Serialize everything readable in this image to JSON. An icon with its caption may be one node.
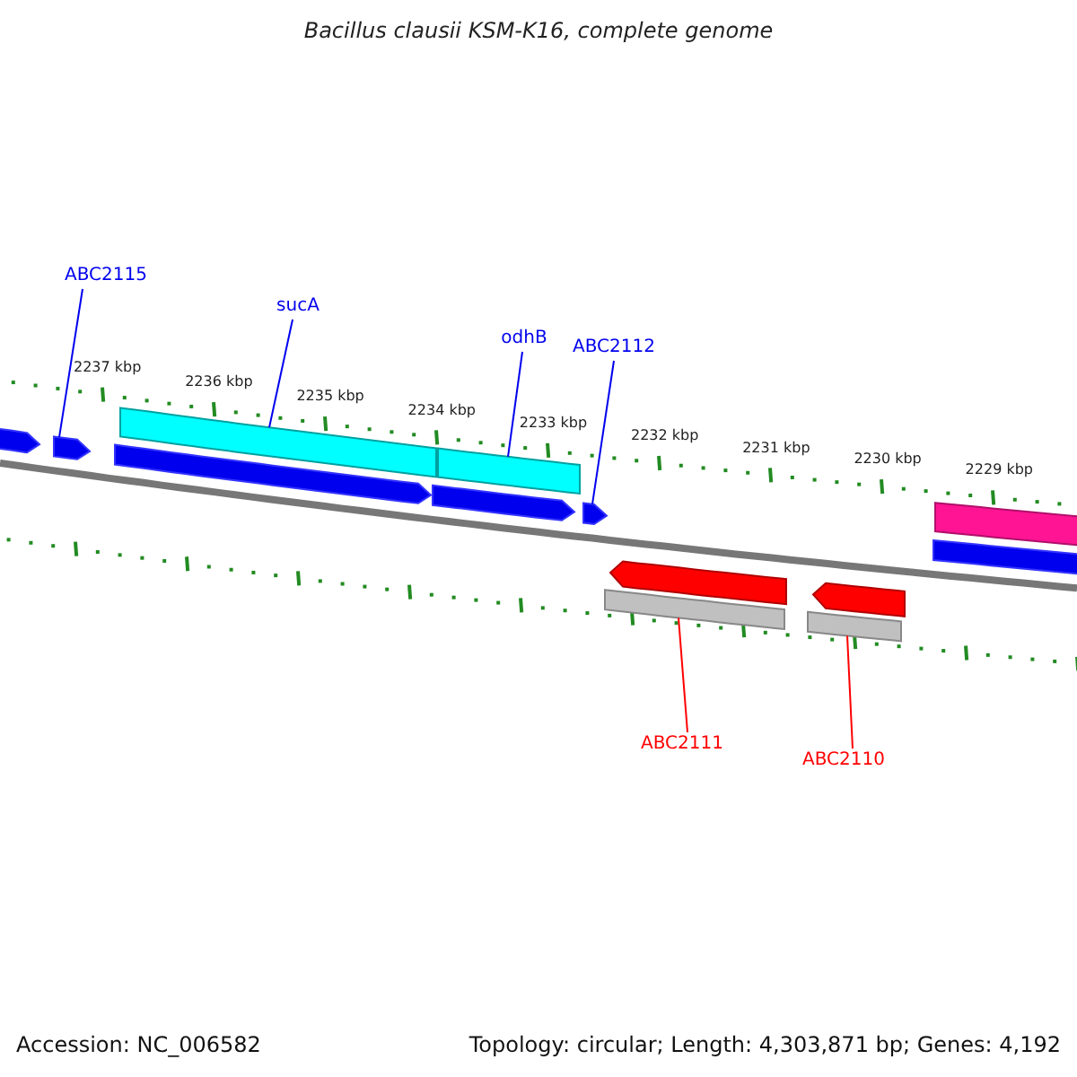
{
  "diagram": {
    "title": "Bacillus clausii KSM-K16, complete genome",
    "nodes": [
      {
        "text": [
          "ABC2115"
        ]
      },
      {
        "text": [
          "sucA"
        ]
      },
      {
        "text": [
          "odhB"
        ]
      },
      {
        "text": [
          "ABC2112"
        ]
      },
      {
        "text": [
          "ABC2111"
        ]
      },
      {
        "text": [
          "ABC2110"
        ]
      },
      {
        "text": [],
        "shape": "pentagon"
      },
      {
        "text": [],
        "shape": "bar"
      },
      {
        "text": [],
        "shape": "bar"
      },
      {
        "text": [],
        "shape": "pentagon"
      },
      {
        "text": [],
        "shape": "bar"
      },
      {
        "text": [],
        "shape": "bar"
      }
    ],
    "edges": [
      {
        "from": 0,
        "to": 6,
        "arrow": "none"
      },
      {
        "from": 1,
        "to": 7,
        "arrow": "none"
      },
      {
        "from": 2,
        "to": 8,
        "arrow": "none"
      },
      {
        "from": 3,
        "to": 9,
        "arrow": "none"
      },
      {
        "from": 4,
        "to": 10,
        "arrow": "none",
        "color": "#ff0000"
      },
      {
        "from": 5,
        "to": 11,
        "arrow": "none",
        "color": "#ff0000"
      }
    ],
    "labels": [
      "2237 kbp",
      "2236 kbp",
      "2235 kbp",
      "2234 kbp",
      "2233 kbp",
      "2232 kbp",
      "2231 kbp",
      "2230 kbp",
      "2229 kbp",
      "Accession: NC_006582",
      "Topology: circular; Length: 4,303,871 bp; Genes: 4,192"
    ]
  }
}
